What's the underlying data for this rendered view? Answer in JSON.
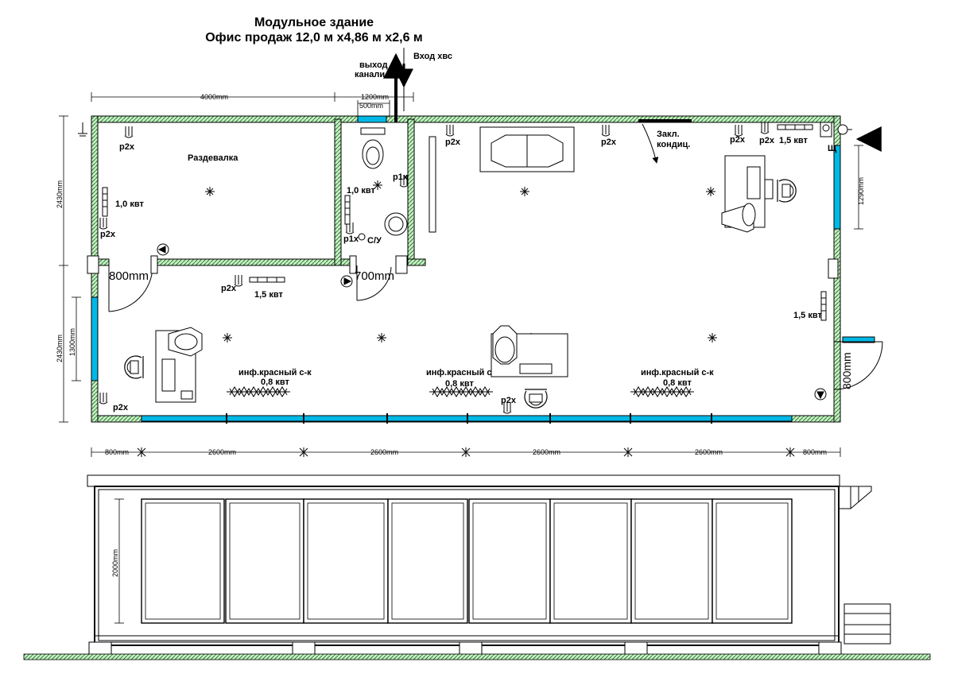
{
  "title": {
    "line1": "Модульное здание",
    "line2": "Офис продаж 12,0 м х4,86 м х2,6 м"
  },
  "colors": {
    "wall_fill": "#c8f0c8",
    "wall_hatch": "#2f7a2f",
    "window": "#00b8e6",
    "line": "#000000"
  },
  "labels": {
    "exit_sewer": [
      "выход",
      "канали"
    ],
    "water_in": "Вход хвс",
    "room_locker": "Раздевалка",
    "room_wc": "С/У",
    "ac": [
      "Закл.",
      "кондиц."
    ],
    "panel": "Щ",
    "p2x": "р2х",
    "p1x": "р1х",
    "heater_1_0": "1,0 квт",
    "heater_1_5": "1,5 квт",
    "ir_heater": "инф.красный с-к",
    "ir_power": "0,8 квт"
  },
  "dimensions": {
    "d4000": "4000mm",
    "d1200": "1200mm",
    "d500": "500mm",
    "d2430a": "2430mm",
    "d2430b": "2430mm",
    "d1300": "1300mm",
    "d1290": "1290mm",
    "door800a": "800mm",
    "door700": "700mm",
    "door800b": "800mm",
    "bottom": [
      "800mm",
      "2600mm",
      "2600mm",
      "2600mm",
      "2600mm",
      "800mm"
    ],
    "d2000": "2000mm"
  }
}
